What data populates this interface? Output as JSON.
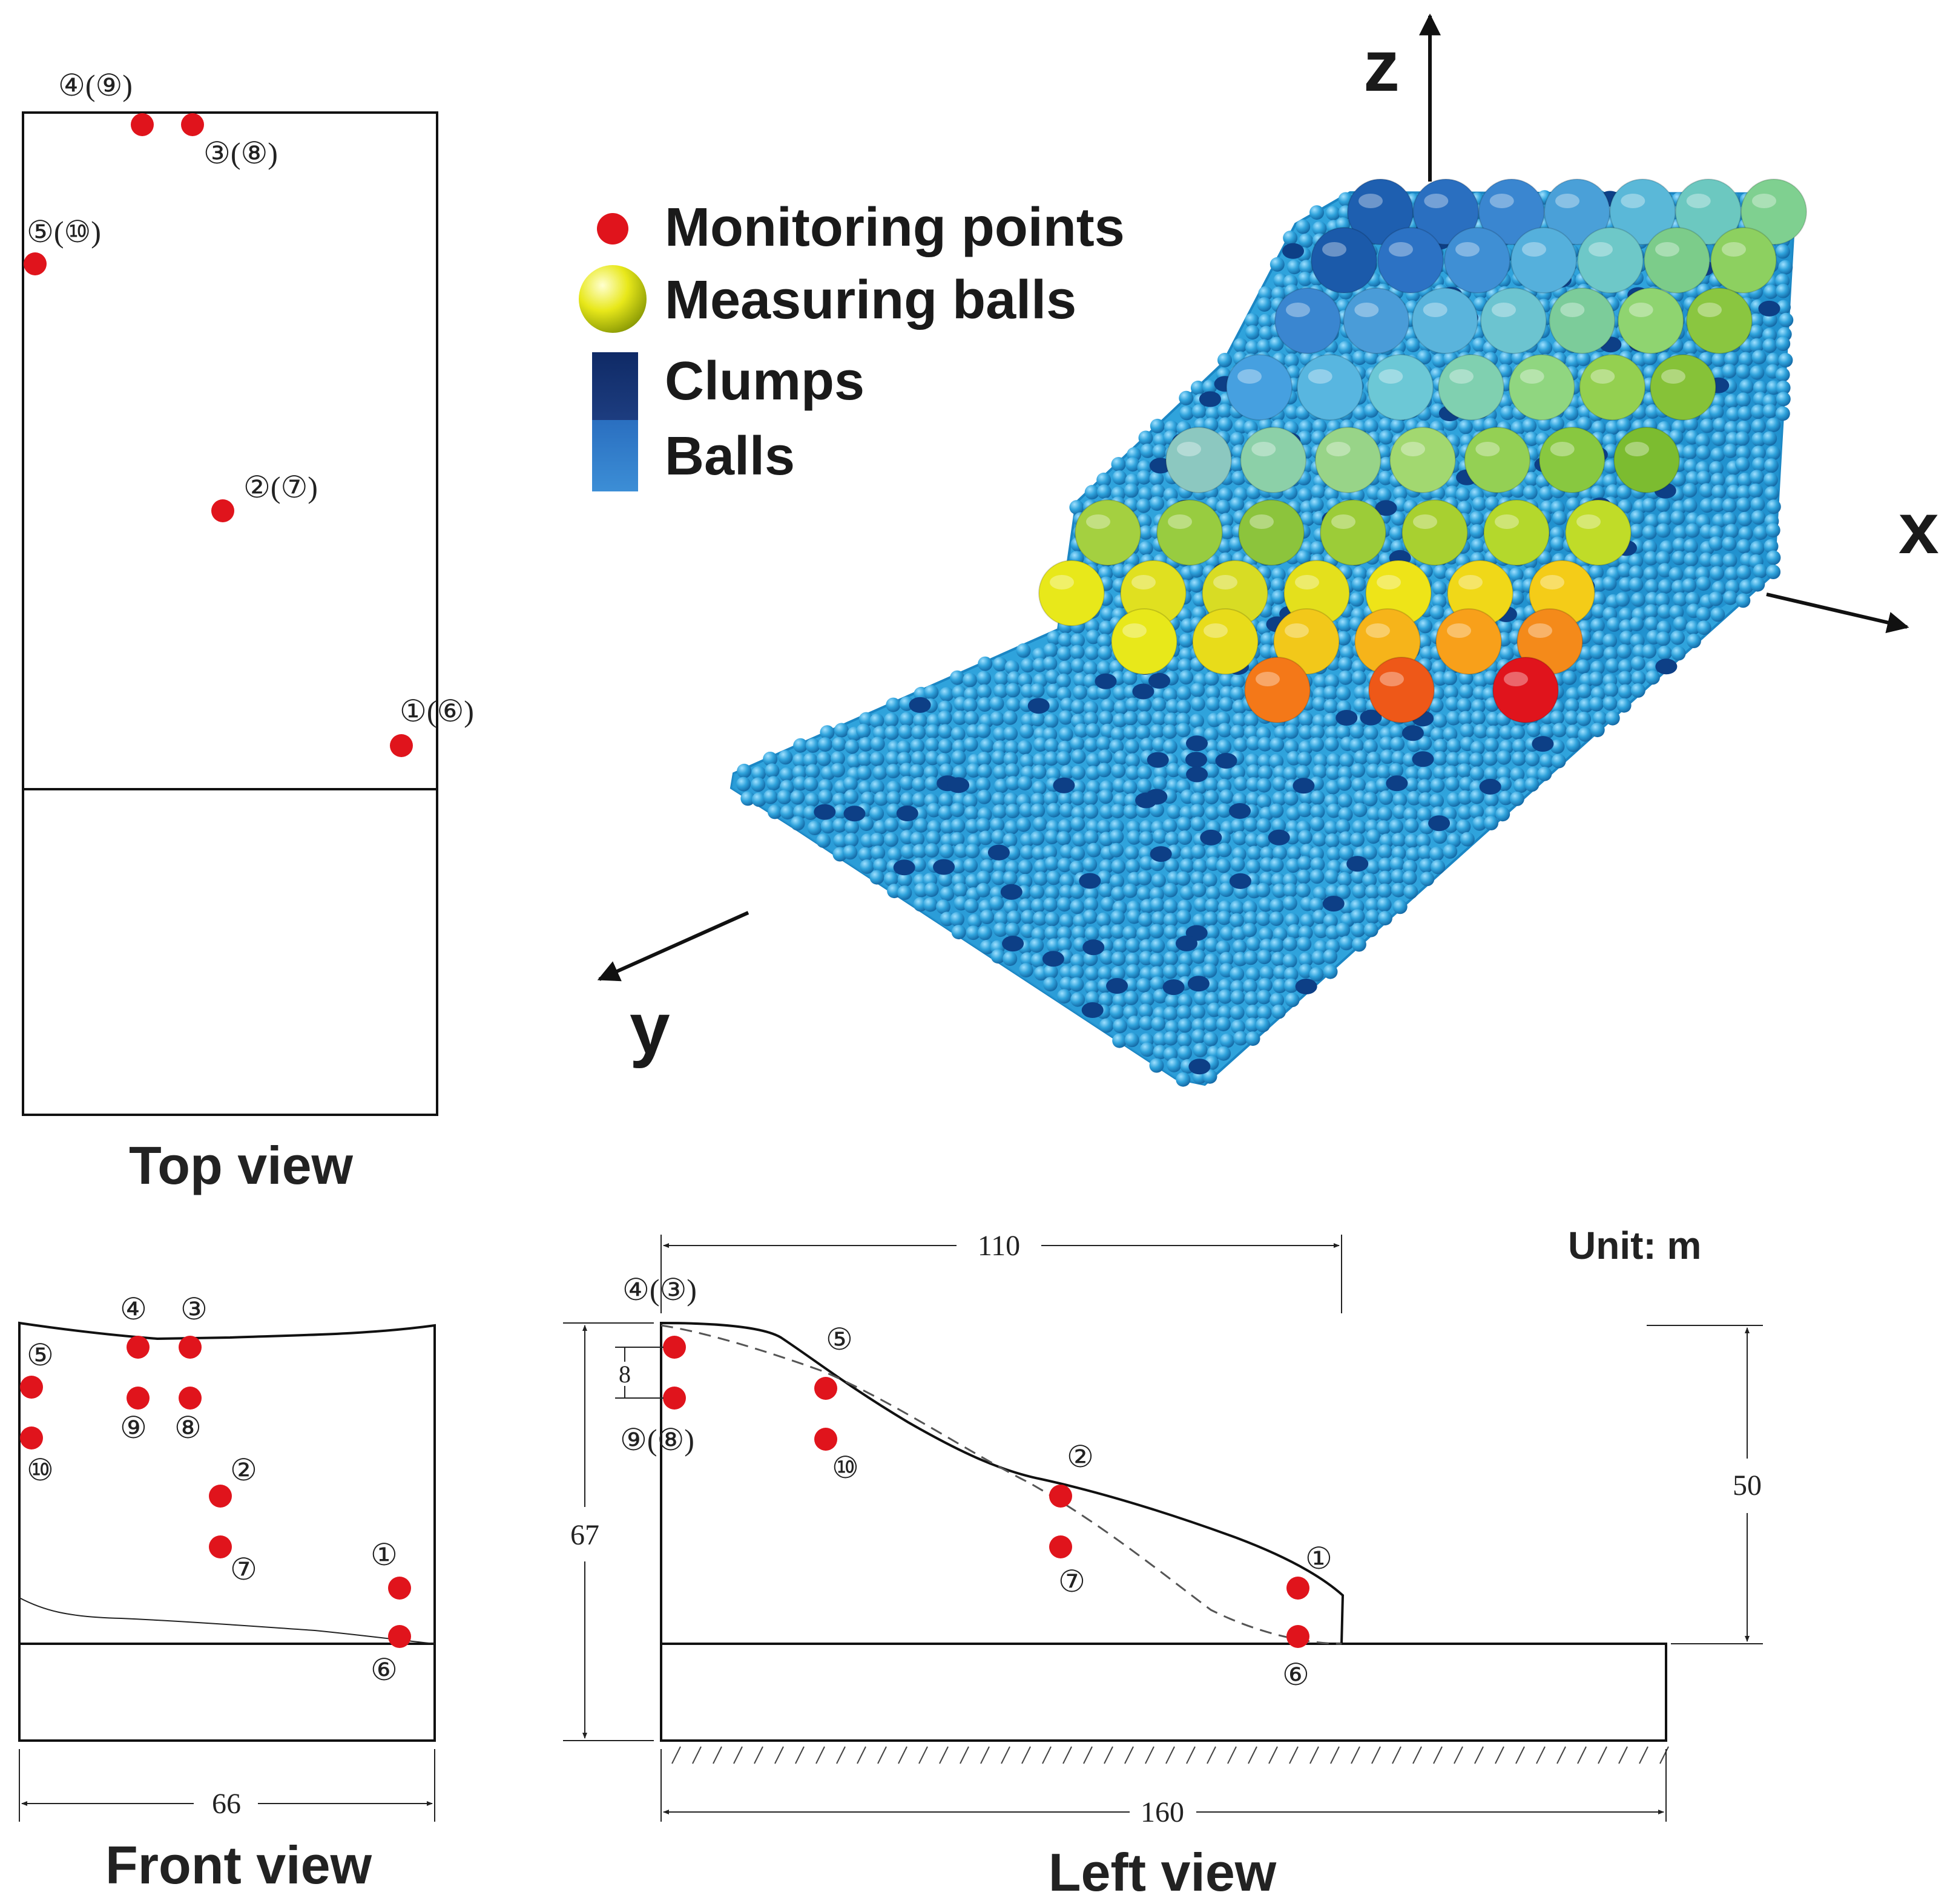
{
  "legend": {
    "monitoring_points": "Monitoring points",
    "measuring_balls": "Measuring balls",
    "clumps": "Clumps",
    "balls": "Balls"
  },
  "axes": {
    "x": "x",
    "y": "y",
    "z": "z"
  },
  "views": {
    "top": "Top view",
    "front": "Front view",
    "left": "Left view"
  },
  "unit": "Unit: m",
  "dimensions": {
    "front_width": "66",
    "left_width": "160",
    "left_top": "110",
    "left_height": "67",
    "right_height": "50",
    "spacing": "8"
  },
  "top_view_labels": {
    "p1": "①(⑥)",
    "p2": "②(⑦)",
    "p3": "③(⑧)",
    "p4": "④(⑨)",
    "p5": "⑤(⑩)"
  },
  "front_view_labels": {
    "p1": "①",
    "p2": "②",
    "p3": "③",
    "p4": "④",
    "p5": "⑤",
    "p6": "⑥",
    "p7": "⑦",
    "p8": "⑧",
    "p9": "⑨",
    "p10": "⑩"
  },
  "left_view_labels": {
    "p43": "④(③)",
    "p98": "⑨(⑧)",
    "p5": "⑤",
    "p10": "⑩",
    "p2": "②",
    "p7": "⑦",
    "p1": "①",
    "p6": "⑥"
  },
  "colors": {
    "monitoring_point": "#e0141c",
    "balls": "#2fa3dc",
    "clumps": "#0d3f86",
    "legend_clumps": "#1c3570",
    "legend_balls": "#2f7dc8"
  }
}
